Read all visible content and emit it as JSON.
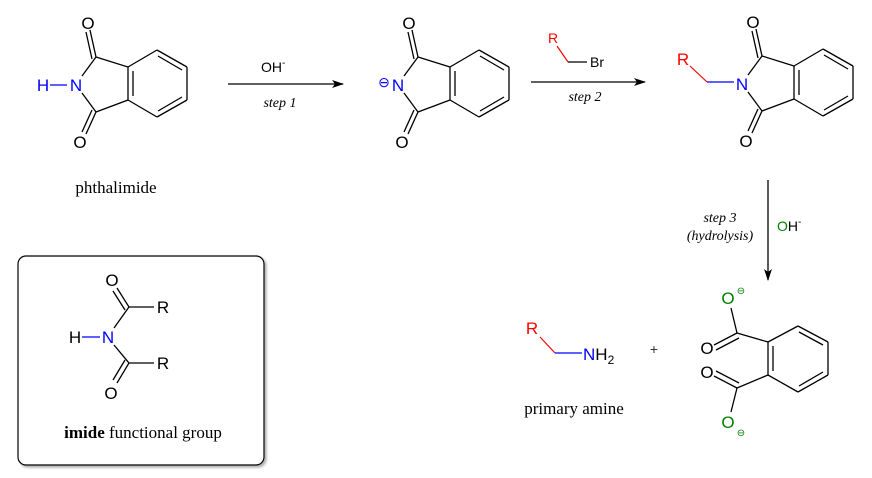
{
  "colors": {
    "nitrogen": "#0000ff",
    "r_group": "#ff0000",
    "oxygen_product": "#008000",
    "bond": "#000000"
  },
  "phthalimide": {
    "o_top": "O",
    "o_bottom": "O",
    "n": "N",
    "h": "H",
    "name": "phthalimide"
  },
  "step1": {
    "reagent": "OH",
    "charge": "-",
    "label": "step 1"
  },
  "anion": {
    "o_top": "O",
    "o_bottom": "O",
    "n": "N",
    "charge": "⊖"
  },
  "step2": {
    "r": "R",
    "br": "Br",
    "label": "step 2"
  },
  "n_alkyl": {
    "r": "R",
    "n": "N",
    "o_top": "O",
    "o_bottom": "O"
  },
  "step3": {
    "label_line1": "step 3",
    "label_line2": "(hydrolysis)",
    "reagent_o": "O",
    "reagent_h": "H",
    "charge": "-"
  },
  "amine": {
    "r": "R",
    "n": "N",
    "h2": "H",
    "sub": "2",
    "name": "primary amine"
  },
  "plus": "+",
  "phthalate": {
    "o_top": "O",
    "o_top_charge": "⊖",
    "o_mid1": "O",
    "o_mid2": "O",
    "o_bottom": "O",
    "o_bottom_charge": "⊖"
  },
  "imide_box": {
    "o_top": "O",
    "o_bottom": "O",
    "r1": "R",
    "r2": "R",
    "n": "N",
    "h": "H",
    "label_bold": "imide",
    "label_rest": " functional group"
  }
}
